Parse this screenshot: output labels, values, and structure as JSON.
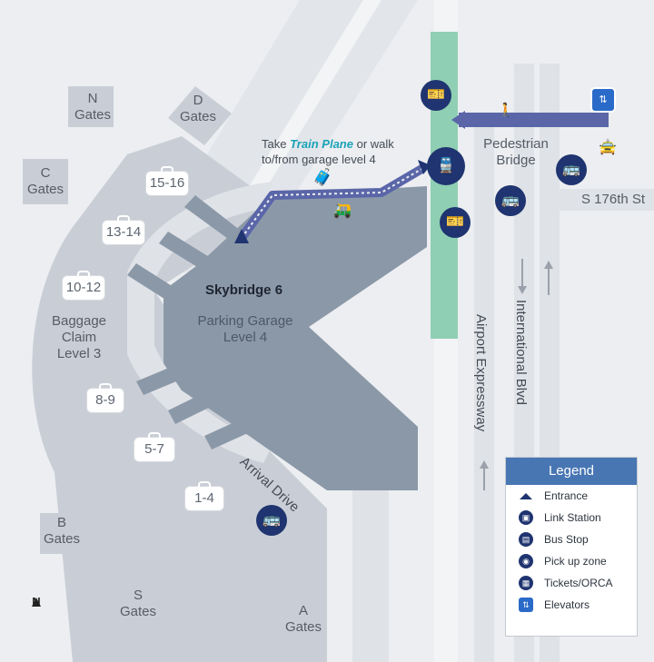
{
  "gates": {
    "n": {
      "letter": "N",
      "word": "Gates"
    },
    "d": {
      "letter": "D",
      "word": "Gates"
    },
    "c": {
      "letter": "C",
      "word": "Gates"
    },
    "b": {
      "letter": "B",
      "word": "Gates"
    },
    "s": {
      "letter": "S",
      "word": "Gates"
    },
    "a": {
      "letter": "A",
      "word": "Gates"
    }
  },
  "baggage": {
    "carousels": [
      "15-16",
      "13-14",
      "10-12",
      "8-9",
      "5-7",
      "1-4"
    ],
    "label_line1": "Baggage",
    "label_line2": "Claim",
    "label_line3": "Level 3"
  },
  "skybridge": "Skybridge 6",
  "garage": {
    "line1": "Parking Garage",
    "line2": "Level 4"
  },
  "train_note": {
    "take": "Take",
    "brand_line1": "Train",
    "brand_line2": "Plane",
    "suffix": "or walk",
    "line2": "to/from garage level 4"
  },
  "pedestrian": {
    "line1": "Pedestrian",
    "line2": "Bridge"
  },
  "streets": {
    "s176": "S 176th St",
    "international": "International Blvd",
    "expressway": "Airport Expressway",
    "arrival": "Arrival Drive"
  },
  "legend": {
    "title": "Legend",
    "items": [
      {
        "label": "Entrance",
        "icon": "entrance-triangle-icon"
      },
      {
        "label": "Link Station",
        "icon": "train-icon"
      },
      {
        "label": "Bus Stop",
        "icon": "bus-icon"
      },
      {
        "label": "Pick up zone",
        "icon": "pickup-car-icon"
      },
      {
        "label": "Tickets/ORCA",
        "icon": "ticket-icon"
      },
      {
        "label": "Elevators",
        "icon": "elevator-icon"
      }
    ]
  },
  "north": "N",
  "colors": {
    "building": "#8b98a8",
    "terminal": "#c9ced6",
    "station": "#8fcfb3",
    "route": "#5a66a8",
    "navy": "#1f3470",
    "legend_head": "#4876b3"
  }
}
